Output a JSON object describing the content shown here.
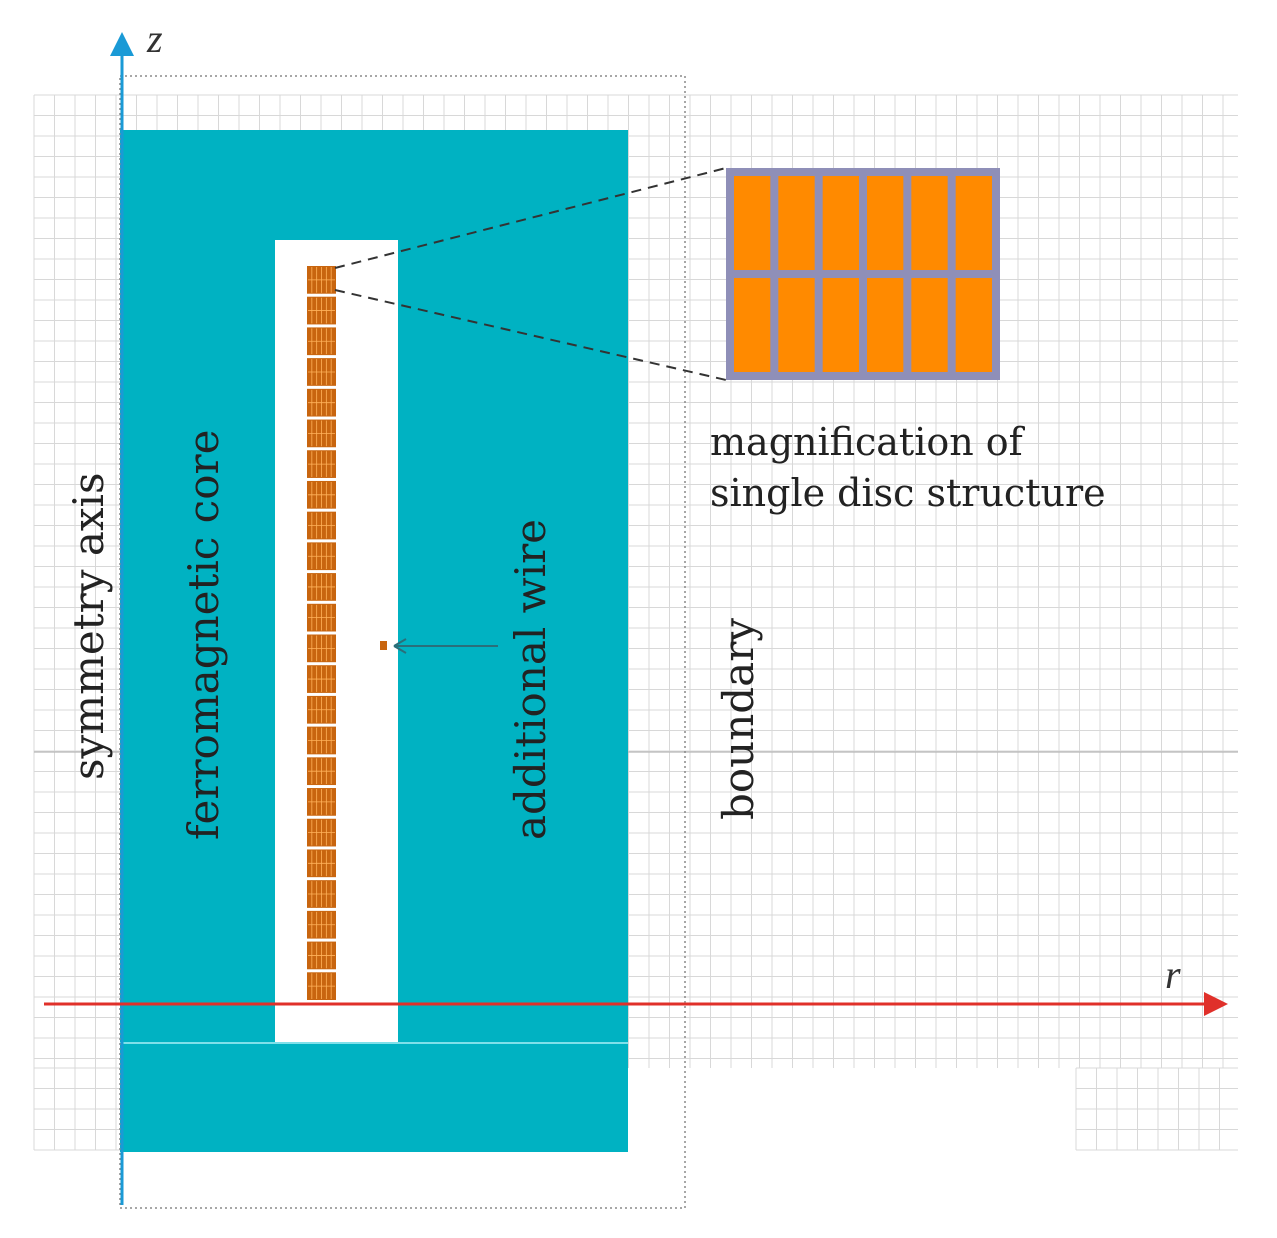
{
  "labels": {
    "z_axis": "z",
    "r_axis": "r",
    "symmetry_axis": "symmetry axis",
    "ferromagnetic_core": "ferromagnetic core",
    "additional_wire": "additional wire",
    "boundary": "boundary",
    "magnification_line1": "magnification of",
    "magnification_line2": "single disc structure"
  },
  "colors": {
    "core": "#00b2c2",
    "z_axis": "#1a9ad6",
    "r_axis": "#e0302a",
    "disc": "#ff8a00",
    "disc_outline": "#8f8fb8",
    "coil_cell": "#c8650f",
    "grid": "#d8d8d8"
  },
  "coil": {
    "disc_count": 24,
    "magnified_columns": 6,
    "magnified_rows": 2
  }
}
